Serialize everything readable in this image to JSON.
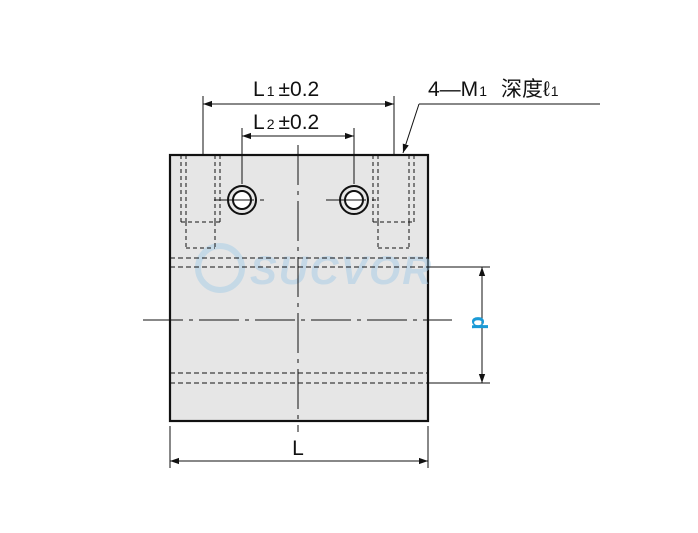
{
  "dimensions": {
    "l1": {
      "base": "L",
      "sub": "1",
      "tol": "±0.2"
    },
    "l2": {
      "base": "L",
      "sub": "2",
      "tol": "±0.2"
    },
    "overall_length": "L",
    "bore_diameter": "d"
  },
  "callout": {
    "count_prefix": "4—M",
    "thread_sub": "1",
    "depth_label": "深度ℓ",
    "depth_sub": "1"
  },
  "watermark": {
    "text": "SUCVOR"
  },
  "colors": {
    "body_fill": "#e6e6e6",
    "outline": "#111111",
    "dim_accent": "#1a9ad6",
    "watermark": "#9ec9e6"
  }
}
